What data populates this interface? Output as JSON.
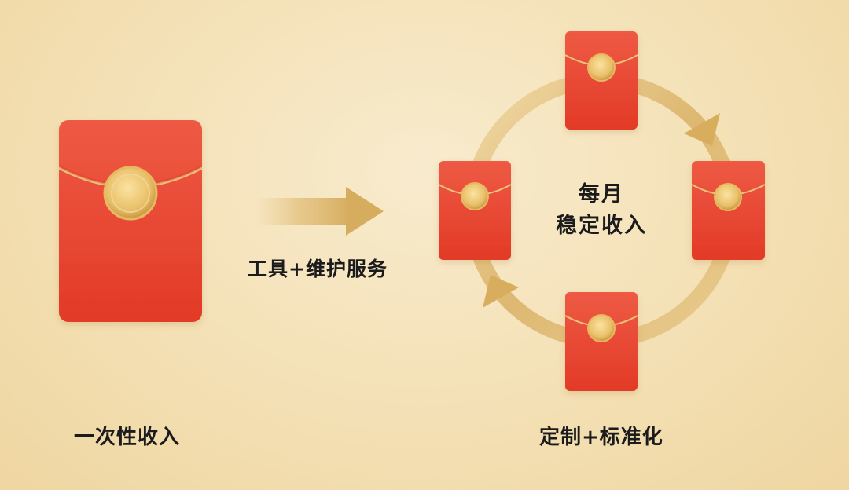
{
  "labels": {
    "one_time": "一次性收入",
    "tools_service": "工具+维护服务",
    "monthly_line1": "每月",
    "monthly_line2": "稳定收入",
    "custom_standard": "定制+标准化"
  },
  "colors": {
    "envelope_red": "#e8412f",
    "envelope_dark": "#d83424",
    "gold": "#e0b45a",
    "gold_light": "#f5d88c",
    "arrow_gold": "#d9b366"
  },
  "icons": {
    "large_envelope": "red-envelope-icon",
    "cycle_envelopes": "red-envelope-icon",
    "arrow": "right-arrow-icon",
    "cycle": "cycle-arrows-icon"
  }
}
